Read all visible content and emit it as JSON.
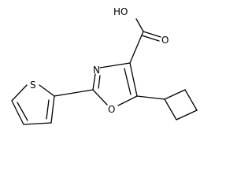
{
  "structure": {
    "atoms": {
      "hydroxyl": "HO",
      "carbonyl_oxygen": "O",
      "ring_nitrogen": "N",
      "ring_oxygen": "O",
      "thiophene_sulfur": "S"
    },
    "colors": {
      "ink": "#000000",
      "background": "#ffffff"
    }
  }
}
